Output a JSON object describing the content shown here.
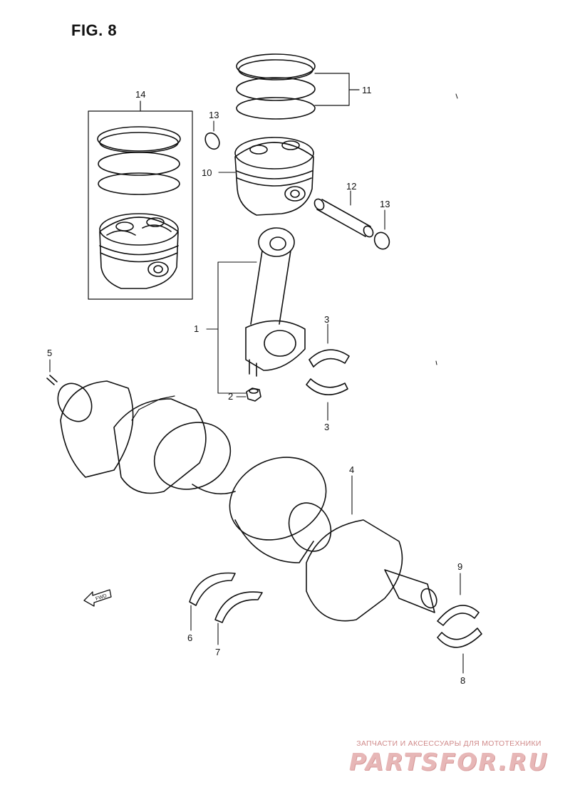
{
  "figure": {
    "title": "FIG. 8"
  },
  "labels": {
    "p1": "1",
    "p2": "2",
    "p3a": "3",
    "p3b": "3",
    "p4": "4",
    "p5": "5",
    "p6": "6",
    "p7": "7",
    "p8": "8",
    "p9": "9",
    "p10": "10",
    "p11": "11",
    "p12": "12",
    "p13a": "13",
    "p13b": "13",
    "p14": "14"
  },
  "fwd_marker": "FWD",
  "watermark": {
    "tagline": "ЗАПЧАСТИ И АКСЕССУАРЫ ДЛЯ МОТОТЕХНИКИ",
    "logo": "PARTSFOR.RU"
  },
  "colors": {
    "ink": "#111111",
    "watermark": "#e7b7b7",
    "paper": "#ffffff"
  }
}
